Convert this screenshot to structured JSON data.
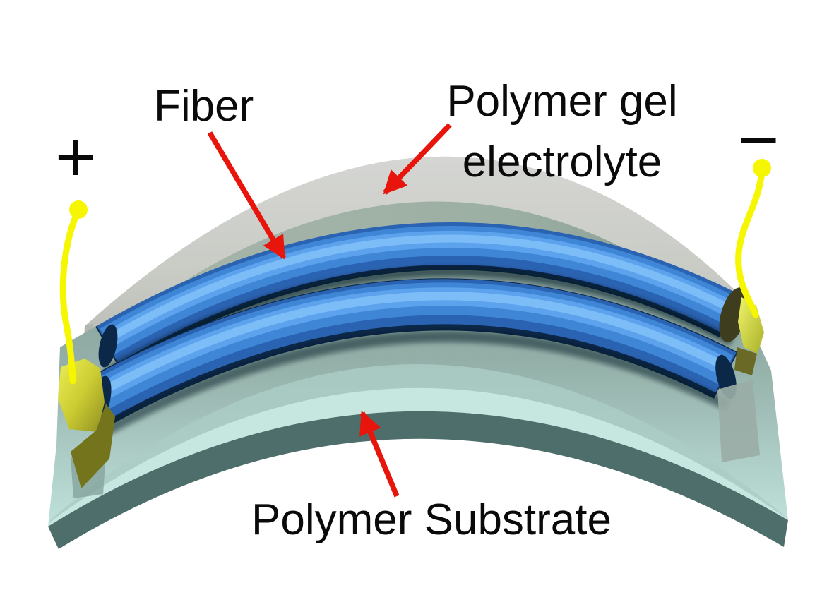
{
  "figure": {
    "labels": {
      "fiber": "Fiber",
      "gel_line1": "Polymer gel",
      "gel_line2": "electrolyte",
      "substrate": "Polymer Substrate",
      "positive": "+",
      "negative": "−"
    },
    "colors": {
      "text_black": "#0a0a0a",
      "arrow_red": "#e8150c",
      "wire_yellow": "#f6f600",
      "gel_gray": "#c9cbc5",
      "gel_edge_green": "#9cab9f",
      "fiber_blue": "#2a63b2",
      "fiber_highlight": "#7fc0fa",
      "fiber_dark": "#0c2848",
      "substrate_teal": "#a9cbc4",
      "substrate_bevel": "#c6e6e0",
      "substrate_dark_edge": "#4e6e6c",
      "clamp_yellow": "#d9d93a",
      "clamp_olive": "#74741d"
    }
  }
}
